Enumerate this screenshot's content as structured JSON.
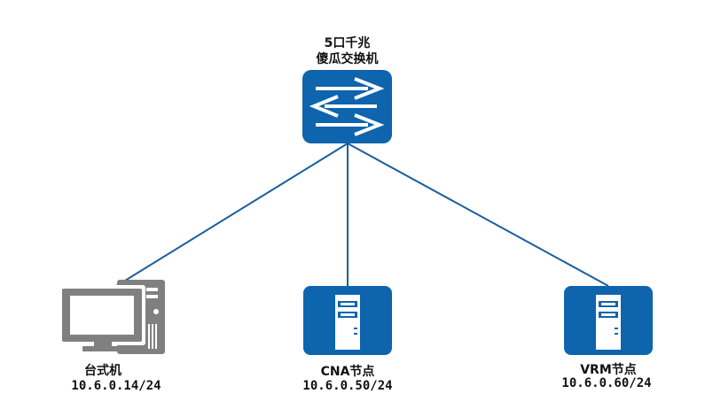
{
  "switch": {
    "label_line1": "5口千兆",
    "label_line2": "傻瓜交换机",
    "icon": "network-switch-icon",
    "color": "#0e64ad"
  },
  "nodes": [
    {
      "id": "desktop",
      "name": "台式机",
      "ip": "10.6.0.14/24",
      "icon": "desktop-computer-icon",
      "color": "#808080"
    },
    {
      "id": "cna",
      "name": "CNA节点",
      "ip": "10.6.0.50/24",
      "icon": "server-icon",
      "color": "#0e64ad"
    },
    {
      "id": "vrm",
      "name": "VRM节点",
      "ip": "10.6.0.60/24",
      "icon": "server-icon",
      "color": "#0e64ad"
    }
  ],
  "link_color": "#1a5fa0"
}
